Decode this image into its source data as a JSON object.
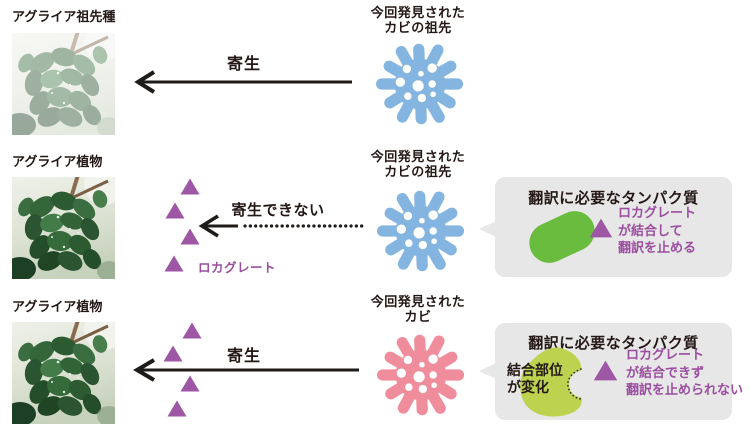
{
  "figure": {
    "rows": [
      {
        "plant_label": "アグライア祖先種",
        "arrow_label": "寄生",
        "fungus_label_line1": "今回発見された",
        "fungus_label_line2": "カビの祖先"
      },
      {
        "plant_label": "アグライア植物",
        "arrow_label": "寄生できない",
        "rocaglate_label": "ロカグレート",
        "fungus_label_line1": "今回発見された",
        "fungus_label_line2": "カビの祖先"
      },
      {
        "plant_label": "アグライア植物",
        "arrow_label": "寄生",
        "fungus_label_line1": "今回発見された",
        "fungus_label_line2": "カビ"
      }
    ],
    "callouts": [
      {
        "title": "翻訳に必要なタンパク質",
        "note_line1": "ロカグレート",
        "note_line2": "が結合して",
        "note_line3": "翻訳を止める"
      },
      {
        "title": "翻訳に必要なタンパク質",
        "blob_label_line1": "結合部位",
        "blob_label_line2": "が変化",
        "note_line1": "ロカグレート",
        "note_line2": "が結合できず",
        "note_line3": "翻訳を止められない"
      }
    ],
    "colors": {
      "fungus_ancestor_blue": "#84b5e1",
      "fungus_modern_pink": "#f08d9d",
      "rocaglate_purple": "#9d57a4",
      "purple_text": "#9b4ea0",
      "protein_green": "#6abc3f",
      "protein_mutated_green": "#bdd24f",
      "callout_bg": "#e7e7e7",
      "line_black": "#1e1b18"
    }
  }
}
